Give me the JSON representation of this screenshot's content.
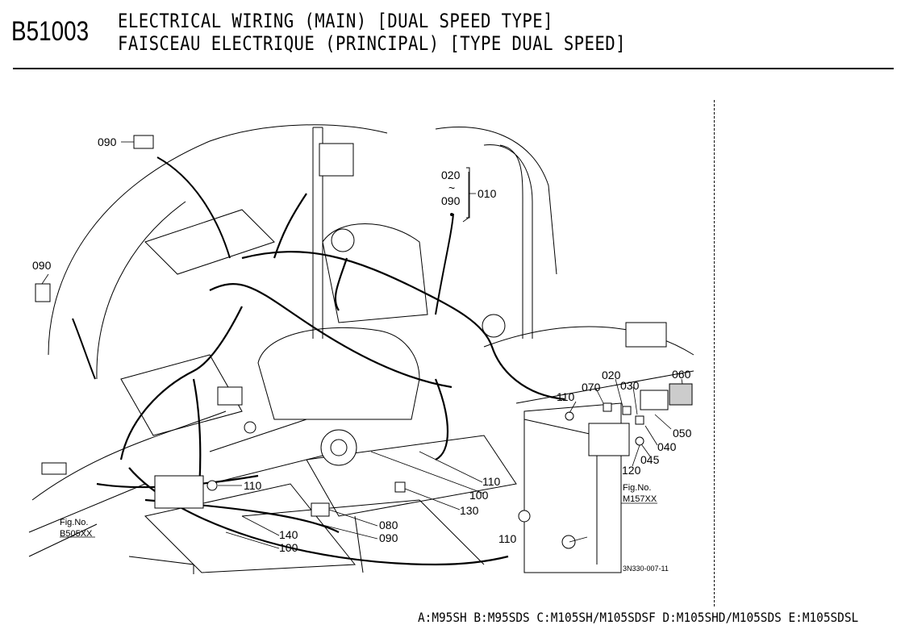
{
  "header": {
    "code": "B51003",
    "title_en": "ELECTRICAL WIRING (MAIN) [DUAL SPEED TYPE]",
    "title_fr": "FAISCEAU ELECTRIQUE (PRINCIPAL) [TYPE DUAL SPEED]"
  },
  "callouts": {
    "c090_top": "090",
    "c090_left": "090",
    "group_020": "020",
    "group_tilde": "~",
    "group_090": "090",
    "group_010": "010",
    "c110_a": "110",
    "c070": "070",
    "c020": "020",
    "c030": "030",
    "c060": "060",
    "c050": "050",
    "c040": "040",
    "c045": "045",
    "c120": "120",
    "c110_b": "110",
    "c110_c": "110",
    "c100_a": "100",
    "c130": "130",
    "c080": "080",
    "c090_bottom": "090",
    "c140": "140",
    "c100_b": "100",
    "c110_d": "110"
  },
  "refs": {
    "fig_left_label": "Fig.No.",
    "fig_left_num": "B505XX",
    "fig_right_label": "Fig.No.",
    "fig_right_num": "M157XX",
    "drawing_no": "3N330-007-11"
  },
  "footer": {
    "models": "A:M95SH B:M95SDS C:M105SH/M105SDSF D:M105SHD/M105SDS E:M105SDSL"
  }
}
